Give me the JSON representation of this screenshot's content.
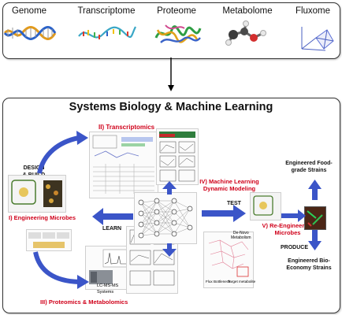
{
  "top_row": {
    "items": [
      {
        "label": "Genome",
        "icon": "dna-helix-icon"
      },
      {
        "label": "Transcriptome",
        "icon": "rna-strand-icon"
      },
      {
        "label": "Proteome",
        "icon": "protein-structure-icon"
      },
      {
        "label": "Metabolome",
        "icon": "molecule-icon"
      },
      {
        "label": "Fluxome",
        "icon": "flux-network-icon"
      }
    ]
  },
  "main": {
    "title": "Systems Biology & Machine Learning",
    "stages": {
      "transcriptomics": "II) Transcriptomics",
      "design_build_1": "DESIGN",
      "design_build_2": "& BUILD",
      "engineering": "I) Engineering Microbes",
      "learn": "LEARN",
      "proteomics": "III) Proteomics & Metabolomics",
      "ml_1": "IV) Machine Learning",
      "ml_2": "Dynamic Modeling",
      "test": "TEST",
      "reeng_1": "V) Re-Engineering",
      "reeng_2": "Microbes",
      "food_1": "Engineered Food-",
      "food_2": "grade Strains",
      "produce": "PRODUCE",
      "bio_1": "Engineered Bio-",
      "bio_2": "Economy Strains"
    },
    "figure_text": {
      "lcms": "LC-MS-MS Systems",
      "flux_bottleneck": "Flux Bottleneck",
      "target_metabolite": "Target metabolite",
      "de_novo_1": "De-Novo",
      "de_novo_2": "Metabolism"
    }
  },
  "colors": {
    "accent_red": "#d0021b",
    "arrow_blue": "#3b55c8",
    "box_border": "#333333"
  }
}
